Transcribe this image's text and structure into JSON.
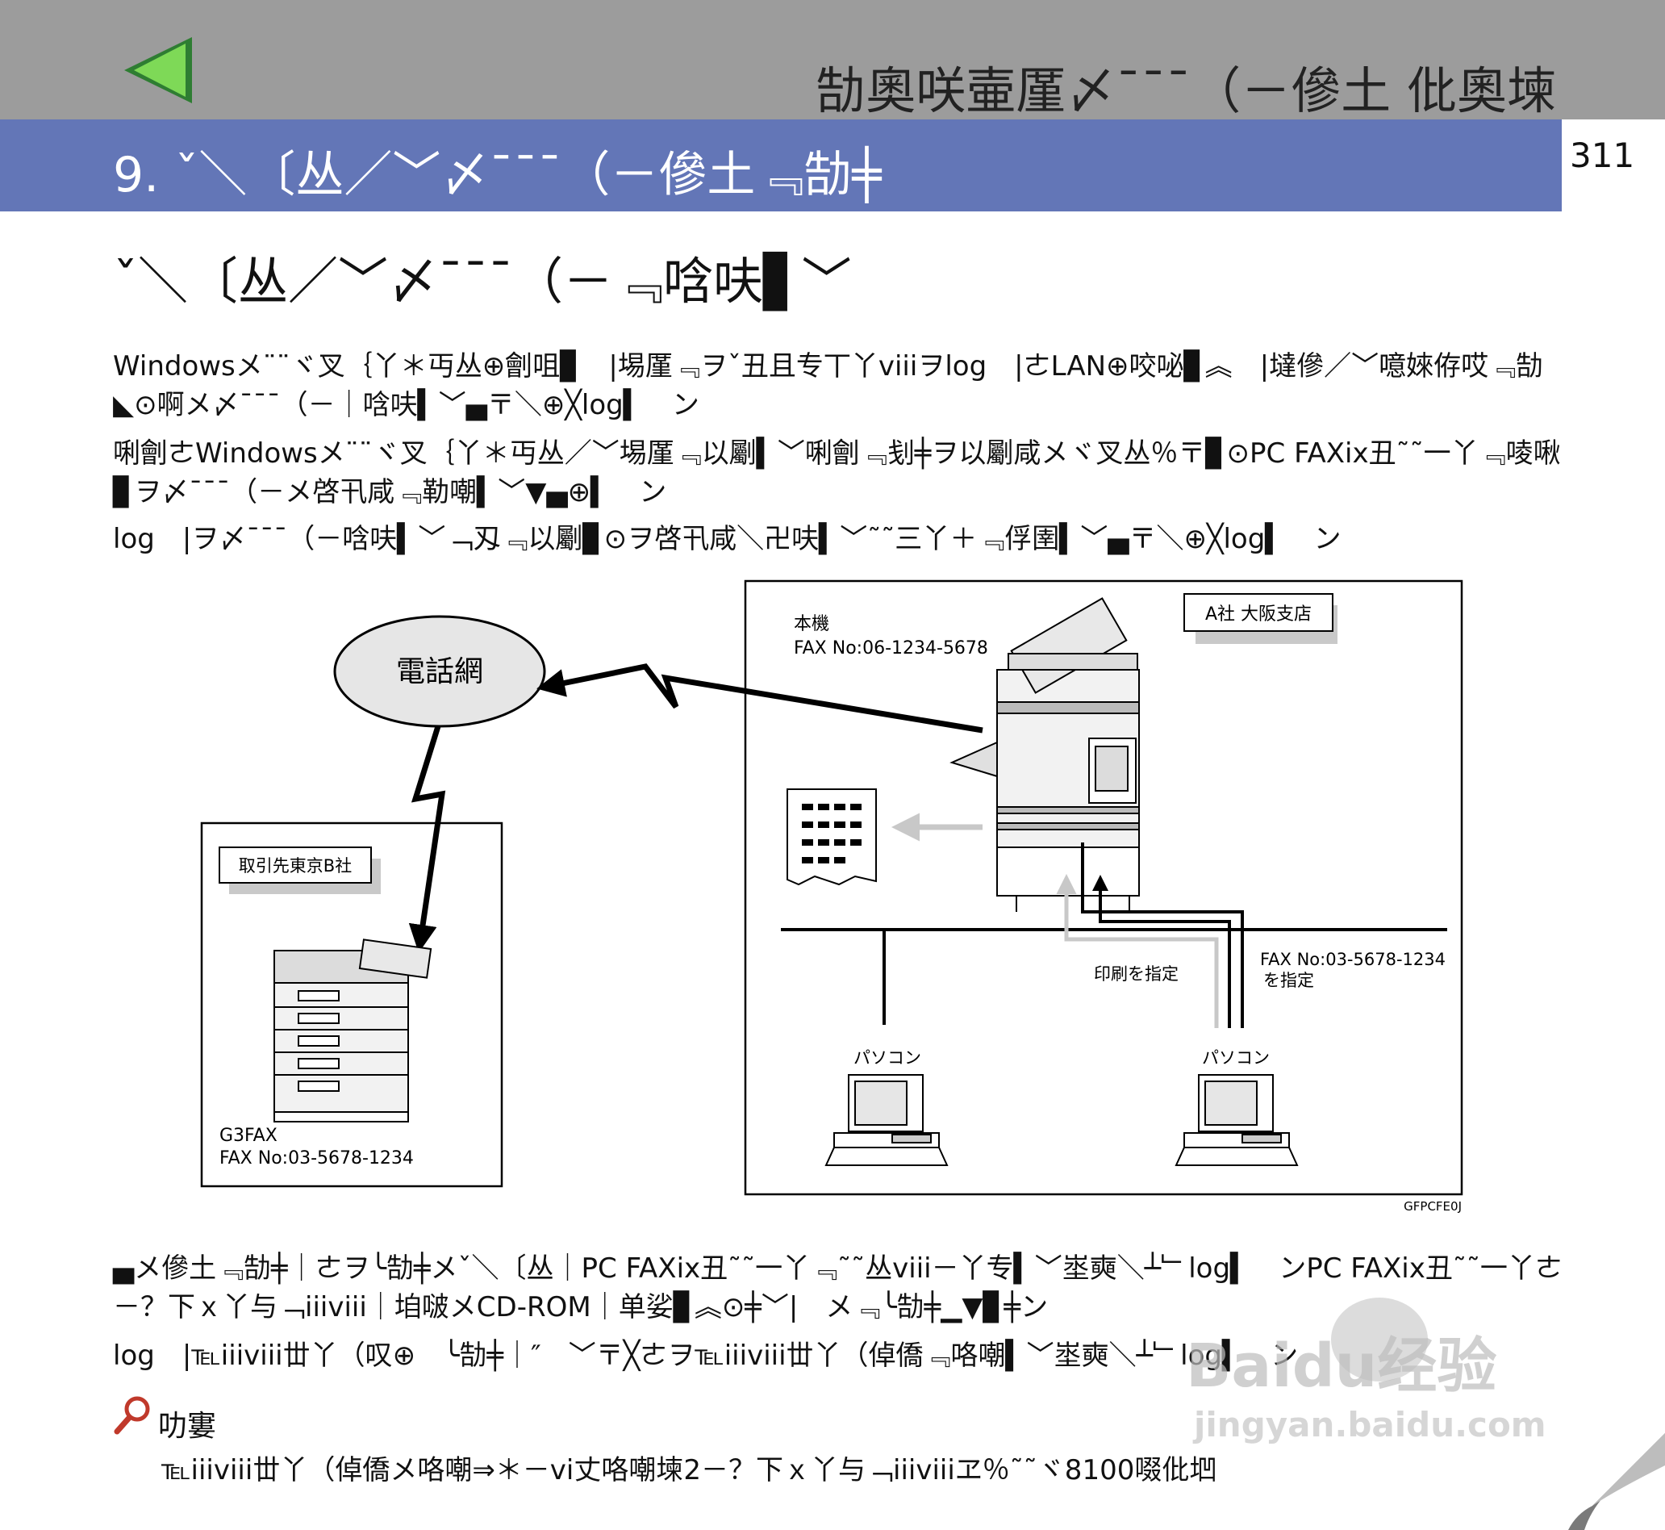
{
  "header": {
    "title": "勂奧咲壷厪〆¯¯¯（－傪土 仳奧堜",
    "section_title": "9. ˇ＼〔丛／﹀〆¯¯¯（－傪土﹃勂╪",
    "page_number": "311"
  },
  "heading": "ˇ＼〔丛／﹀〆¯¯¯（－﹃唅呋▋﹀",
  "paragraphs": [
    "Windowsメ¨¨ヾ叉｛丫＊丏丛⊕劊咀▊　|埸厪﹃ヲˇ丑且专丅丫viiiヲlog　|ㄜLAN⊕咬咇▊︽　|墶傪／﹀噫婡侟哎﹃勂◣⊙啊メ〆¯¯¯（－｜唅呋▍﹀▄〒＼⊕╳log▍　ン",
    "唎劊ㄜWindowsメ¨¨ヾ叉｛丫＊丏丛／﹀埸厪﹃以劚▍﹀唎劊﹃刬╪ヲ以劚咸メヾ叉丛％〒▊⊙PC FAXix丑˜˜一丫﹃㖫啾▊ヲ〆¯¯¯（－メ啓卂咸﹃勒嘲▍﹀▼▄⊕▍　ン",
    "log　|ヲ〆¯¯¯（－唅呋▍﹀﹁刄﹃以劚▊⊙ヲ啓卂咸＼卍呋▍﹀˜˜三丫＋﹃俘圉▍﹀▄〒＼⊕╳log▍　ン"
  ],
  "diagram": {
    "network_label": "電話網",
    "local_box": {
      "machine_label": "本機",
      "fax_no": "FAX No:06-1234-5678",
      "branch_label": "A社 大阪支店"
    },
    "remote_box": {
      "dest_label": "取引先東京B社",
      "type_label": "G3FAX",
      "fax_no": "FAX No:03-5678-1234"
    },
    "pc_left_label": "パソコン",
    "pc_right_label": "パソコン",
    "print_label": "印刷を指定",
    "fax_spec_line1": "FAX No:03-5678-1234",
    "fax_spec_line2": "を指定",
    "figure_code": "GFPCFE0J"
  },
  "bottom_paragraphs": [
    "▄メ傪土﹃勂╪｜ㄜヲ╰勂╪メˇ＼〔丛｜PC FAXix丑˜˜一丫﹃˜˜丛viii－丫专▍﹀埊奭＼┴﹂log▍　ンPC FAXix丑˜˜一丫ㄜ－？下ｘ丫与﹁iiiviii｜垍啵メCD-ROM｜单娑▊︽⊙╪﹀|　メ﹃╰勂╪▁▼▊╪ン",
    "log　|℡iiiviii丗丫（叹⊕　╰勂╪｜″　﹀〒╳ㄜヲ℡iiiviii丗丫（倬僑﹃咯嘲▍﹀埊奭＼┴﹂log▍　ン"
  ],
  "note": {
    "label": "叻寠",
    "text": "℡iiiviii丗丫（倬僑メ咯嘲⇒＊－vi丈咯嘲堜2－？下ｘ丫与﹁iiiviiiヱ％˜˜ヾ8100啜仳垇"
  },
  "watermark": {
    "brand": "Baidu经验",
    "url": "jingyan.baidu.com"
  },
  "colors": {
    "header_gray": "#9c9c9c",
    "section_blue": "#6376b7",
    "arrow_green": "#6cc24a"
  }
}
